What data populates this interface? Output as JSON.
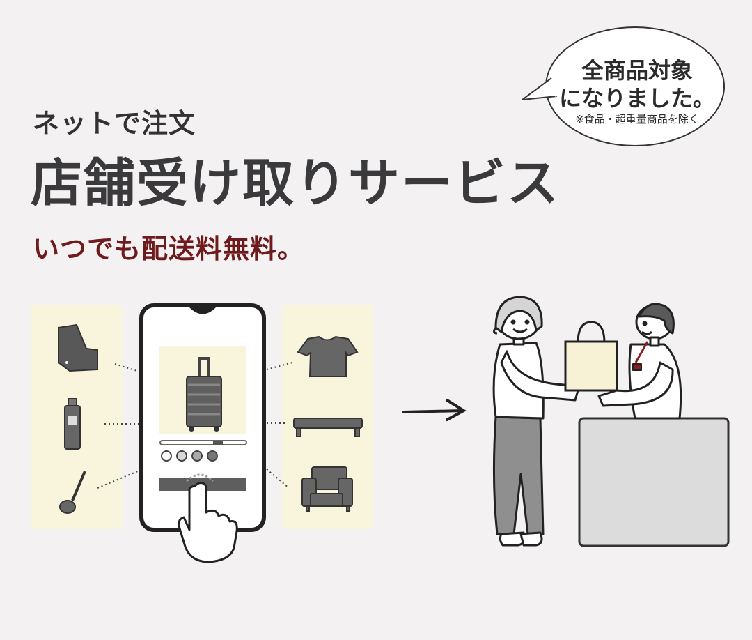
{
  "header": {
    "eyebrow": "ネットで注文",
    "headline": "店舗受け取りサービス",
    "tagline": "いつでも配送料無料。"
  },
  "bubble": {
    "line1": "全商品対象",
    "line2": "になりました。",
    "note": "※食品・超重量商品を除く"
  },
  "colors": {
    "background": "#f3f1f1",
    "headline": "#3a393b",
    "tagline": "#6f1a1c",
    "panel": "#f8f5dc",
    "icon": "#555555",
    "bag": "#f7f1d6"
  },
  "illustration": {
    "left_items": [
      "file-box-icon",
      "bottle-icon",
      "ladle-icon"
    ],
    "right_items": [
      "tshirt-icon",
      "bench-icon",
      "armchair-icon"
    ],
    "phone_product": "suitcase-icon",
    "scene": [
      "customer",
      "clerk",
      "shopping-bag",
      "counter"
    ]
  }
}
